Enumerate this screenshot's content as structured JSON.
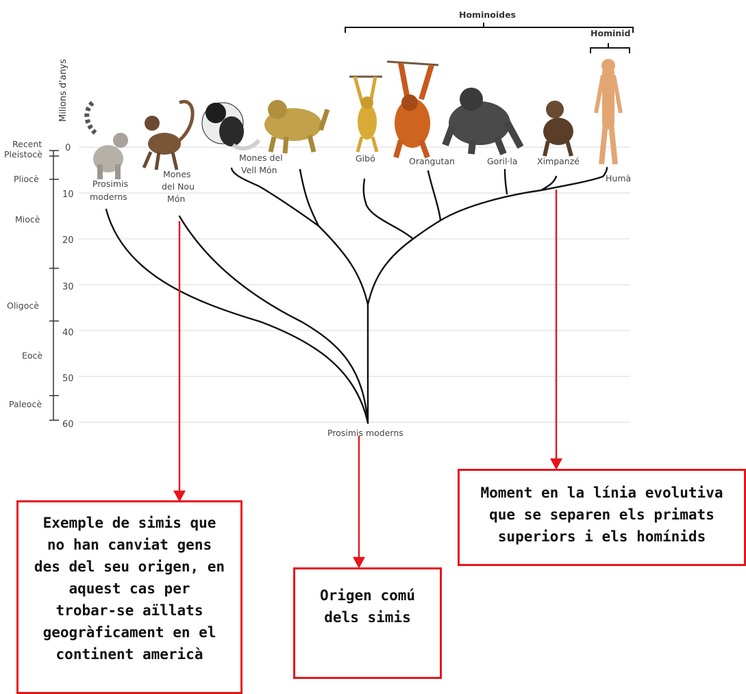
{
  "diagram": {
    "axis_title": "Milions d'anys",
    "time_ticks": [
      "0",
      "10",
      "20",
      "30",
      "40",
      "50",
      "60"
    ],
    "epochs": [
      "Recent",
      "Pleistocè",
      "Pliocè",
      "Miocè",
      "Oligocè",
      "Eocè",
      "Paleocè"
    ],
    "groups": {
      "hominoides": "Hominoides",
      "hominid": "Hominid"
    },
    "taxa": {
      "prosimis": [
        "Prosimis",
        "moderns"
      ],
      "mones_nou_mon": [
        "Mones",
        "del Nou",
        "Món"
      ],
      "mones_vell_mon": [
        "Mones del",
        "Vell Món"
      ],
      "gibo": "Gibó",
      "orangutan": "Orangutan",
      "gorilla": "Goril·la",
      "ximpanze": "Ximpanzé",
      "huma": "Humà",
      "root": "Prosimis moderns"
    }
  },
  "annotations": {
    "new_world": [
      "Exemple de simis que",
      "no han canviat gens",
      "des del seu origen, en",
      "aquest cas per",
      "trobar-se aïllats",
      "geogràficament en el",
      "continent americà"
    ],
    "common_origin": [
      "Origen comú",
      "dels simis"
    ],
    "split": [
      "Moment en la línia evolutiva",
      "que se separen els primats",
      "superiors i els homínids"
    ]
  },
  "colors": {
    "accent": "#e8141a",
    "lines": "#111111",
    "grid": "#d9d9d9"
  }
}
